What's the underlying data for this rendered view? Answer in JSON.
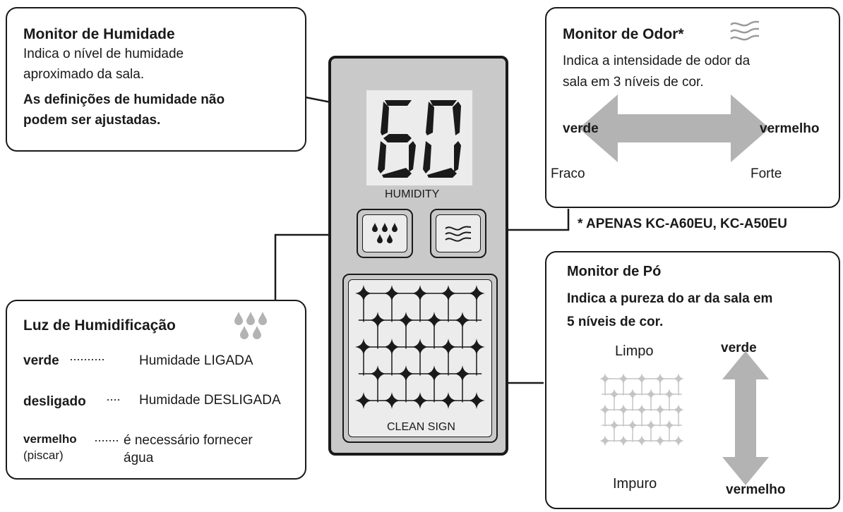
{
  "humidity_monitor": {
    "title": "Monitor de Humidade",
    "line1": "Indica o nível de humidade",
    "line2": "aproximado da sala.",
    "bold1": "As definições de humidade não",
    "bold2": "podem ser ajustadas."
  },
  "odor_monitor": {
    "title": "Monitor de Odor*",
    "line1": "Indica a intensidade de odor da",
    "line2": "sala em 3 níveis de cor.",
    "left_color": "verde",
    "right_color": "vermelho",
    "left_level": "Fraco",
    "right_level": "Forte",
    "footnote": "* APENAS KC-A60EU, KC-A50EU"
  },
  "humidification_light": {
    "title": "Luz de Humidificação",
    "rows": [
      {
        "state": "verde",
        "dots": "··········",
        "desc": "Humidade LIGADA"
      },
      {
        "state": "desligado",
        "dots": "····",
        "desc": "Humidade DESLIGADA"
      },
      {
        "state": "vermelho",
        "sub": "(piscar)",
        "dots": "·······",
        "desc": "é necessário fornecer",
        "desc2": "água"
      }
    ]
  },
  "dust_monitor": {
    "title": "Monitor de Pó",
    "bold1": "Indica a pureza do ar da sala em",
    "bold2": "5 níveis de cor.",
    "clean": "Limpo",
    "dirty": "Impuro",
    "top_color": "verde",
    "bottom_color": "vermelho"
  },
  "panel": {
    "display_value": "60",
    "humidity_label": "HUMIDITY",
    "clean_sign_label": "CLEAN SIGN"
  },
  "icons": {
    "humidity_drops": "water-drops-icon",
    "odor_waves": "odor-waves-icon",
    "clean_sign": "sparkle-grid-icon"
  },
  "colors": {
    "panel": "#c9c9c9",
    "display": "#ececec",
    "arrow": "#b3b3b3",
    "line": "#1a1a1a"
  }
}
